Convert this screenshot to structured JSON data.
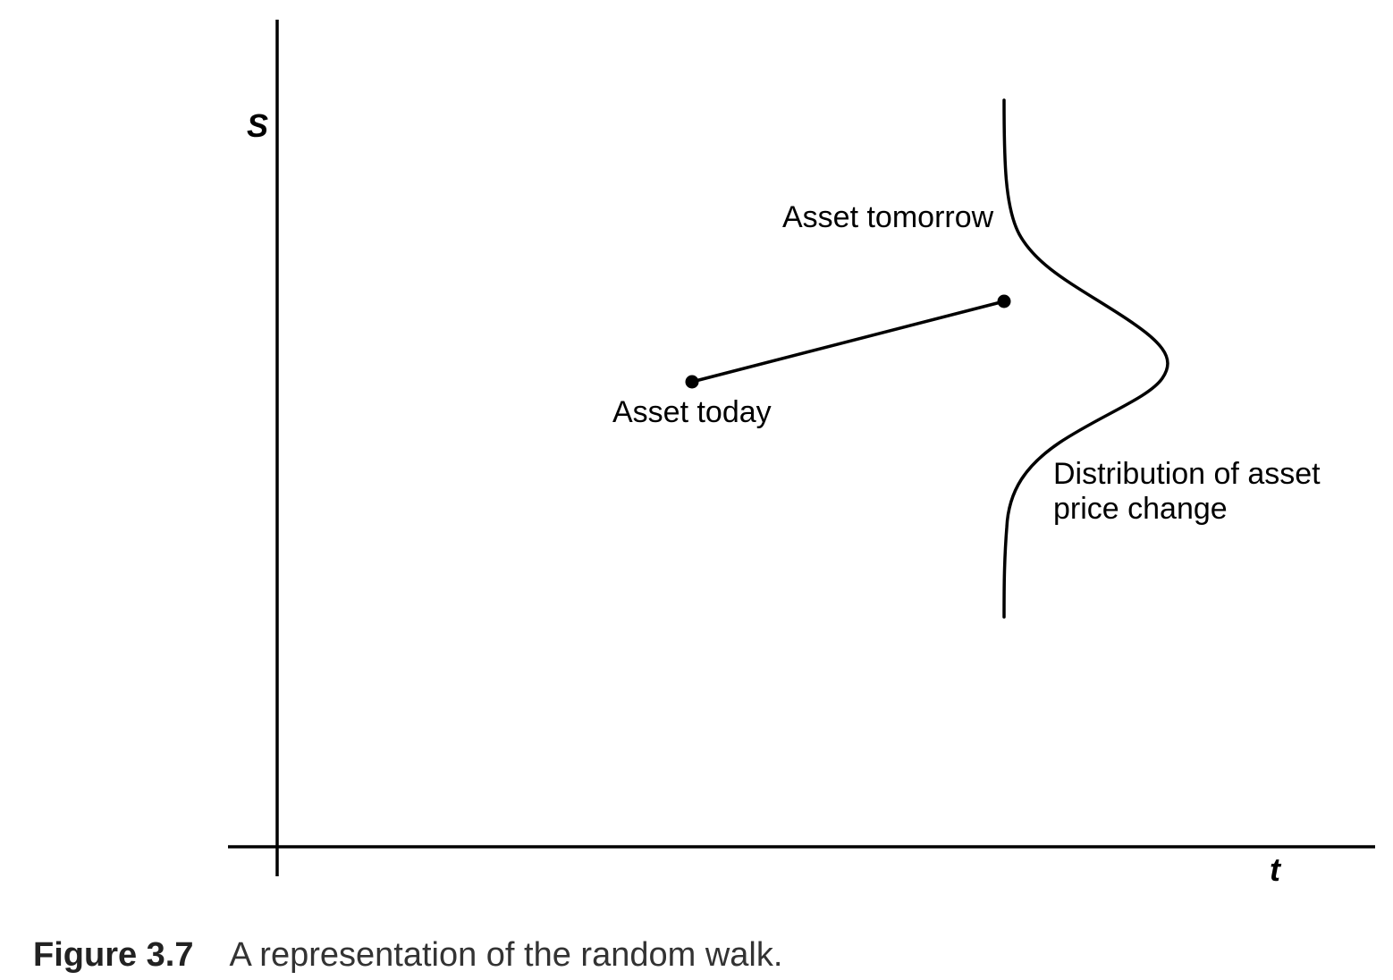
{
  "axes": {
    "y_label": "S",
    "x_label": "t"
  },
  "annotations": {
    "asset_today": "Asset today",
    "asset_tomorrow": "Asset tomorrow",
    "distribution_line1": "Distribution of asset",
    "distribution_line2": "price change"
  },
  "caption": {
    "number": "Figure 3.7",
    "text": "A representation of the random walk."
  },
  "colors": {
    "ink": "#000000",
    "caption_text": "#333333"
  }
}
